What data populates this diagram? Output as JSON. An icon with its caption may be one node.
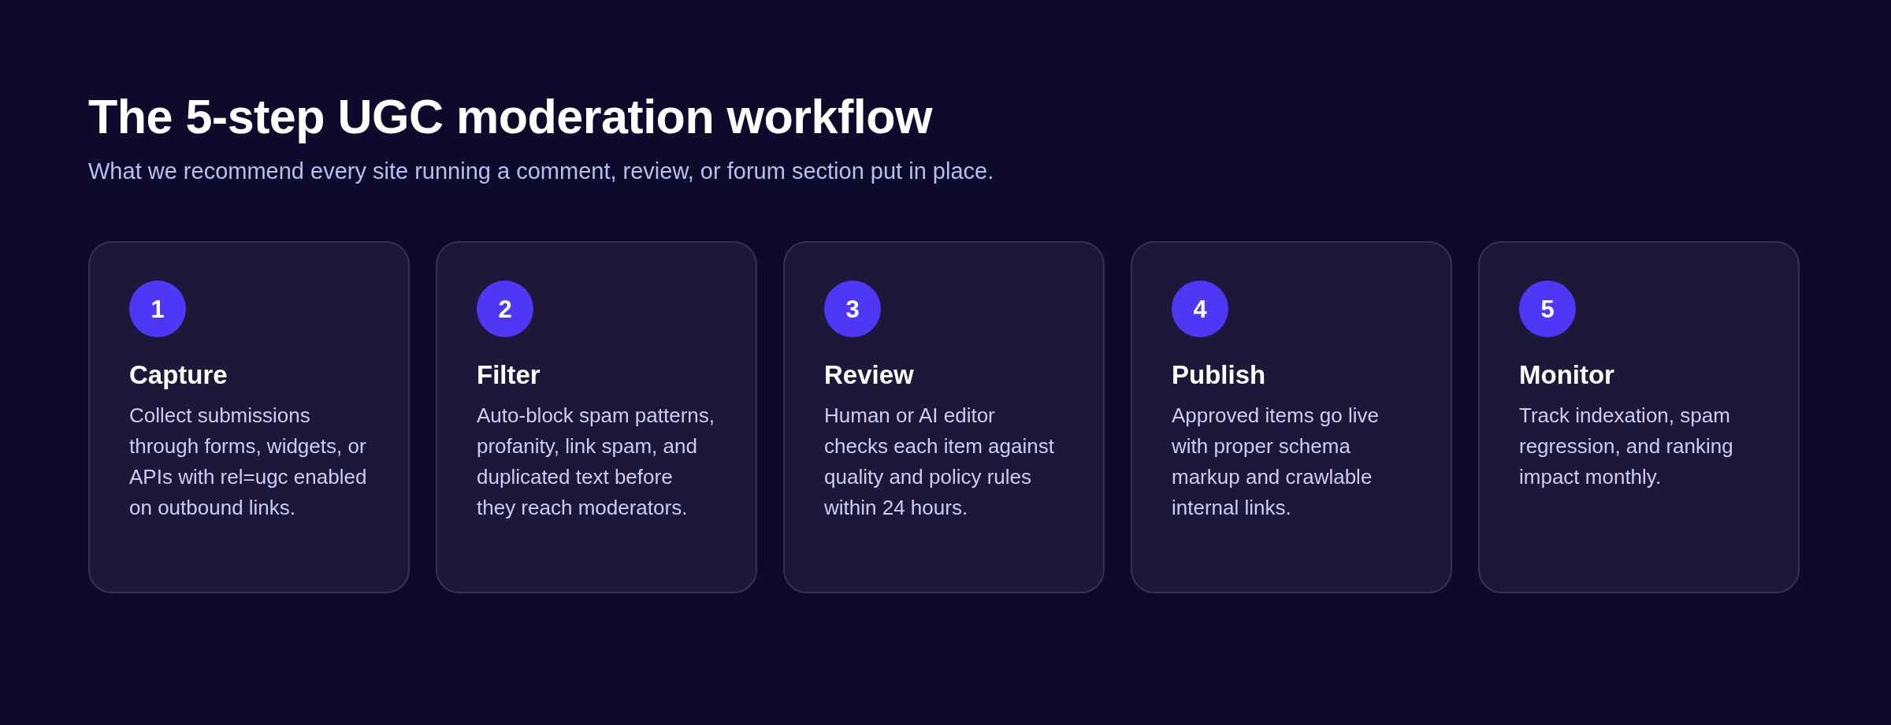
{
  "diagram": {
    "title": "The 5-step UGC moderation workflow",
    "caption": "What we recommend every site running a comment, review, or forum section put in place.",
    "nodes": [
      {
        "text": [
          "Capture",
          "Collect submissions through forms, widgets, or APIs with rel=ugc enabled on outbound links."
        ]
      },
      {
        "text": [
          "1"
        ],
        "in": 0
      },
      {
        "text": [
          "Filter",
          "Auto-block spam patterns, profanity, link spam, and duplicated text before they reach moderators."
        ]
      },
      {
        "text": [
          "2"
        ],
        "in": 2
      },
      {
        "text": [
          "Review",
          "Human or AI editor checks each item against quality and policy rules within 24 hours."
        ]
      },
      {
        "text": [
          "3"
        ],
        "in": 4
      },
      {
        "text": [
          "Publish",
          "Approved items go live with proper schema markup and crawlable internal links."
        ]
      },
      {
        "text": [
          "4"
        ],
        "in": 6
      },
      {
        "text": [
          "Monitor",
          "Track indexation, spam regression, and ranking impact monthly."
        ]
      },
      {
        "text": [
          "5"
        ],
        "in": 8
      }
    ]
  }
}
